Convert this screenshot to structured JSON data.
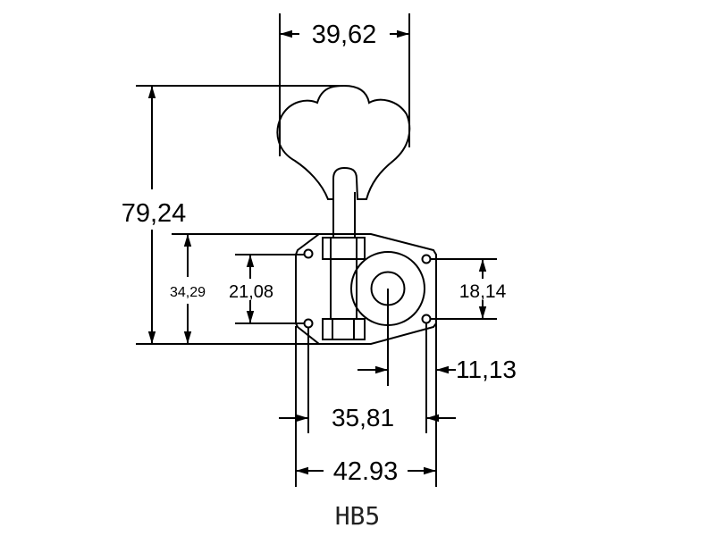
{
  "drawing": {
    "model": "HB5",
    "dimensions": {
      "key_width": "39,62",
      "overall_height": "79,24",
      "plate_height": "34,29",
      "left_hole_spacing": "21,08",
      "right_hole_spacing": "18,14",
      "post_to_hole": "11,13",
      "hole_spacing_horizontal": "35,81",
      "plate_width": "42.93"
    }
  }
}
